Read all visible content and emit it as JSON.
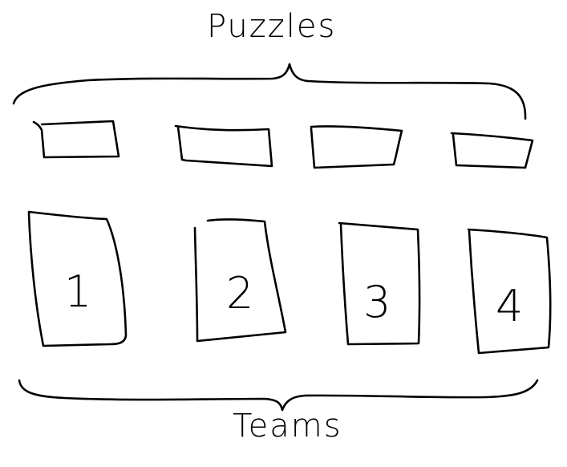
{
  "top_label": "Puzzles",
  "bottom_label": "Teams",
  "puzzle_cards": [
    {
      "id": "puzzle-1"
    },
    {
      "id": "puzzle-2"
    },
    {
      "id": "puzzle-3"
    },
    {
      "id": "puzzle-4"
    }
  ],
  "team_cards": [
    {
      "number": "1"
    },
    {
      "number": "2"
    },
    {
      "number": "3"
    },
    {
      "number": "4"
    }
  ],
  "ink_color": "#000000",
  "background_color": "#ffffff"
}
